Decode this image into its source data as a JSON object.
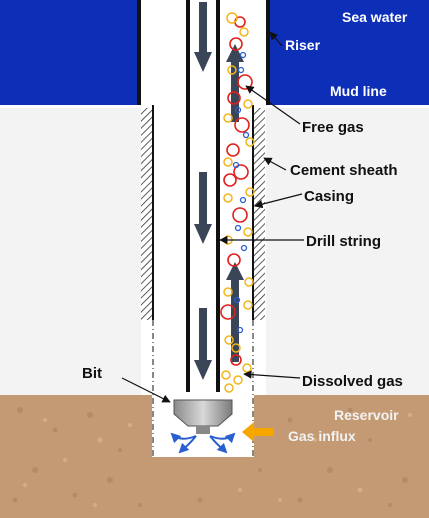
{
  "labels": {
    "sea_water": "Sea water",
    "riser": "Riser",
    "mud_line": "Mud line",
    "free_gas": "Free gas",
    "cement_sheath": "Cement sheath",
    "casing": "Casing",
    "drill_string": "Drill string",
    "bit": "Bit",
    "dissolved_gas": "Dissolved gas",
    "reservoir": "Reservoir",
    "gas_influx": "Gas influx"
  },
  "colors": {
    "sea": "#0d2fb8",
    "formation": "#f3f3f3",
    "reservoir": "#c49a74",
    "pipe_wall": "#111111",
    "flow_arrow": "#3a4558",
    "free_gas_bubble": "#e0201c",
    "dissolved_gas_bubble": "#f2b51c",
    "small_gas_bubble": "#2a5fd0",
    "gas_influx_arrow": "#f7a600"
  }
}
